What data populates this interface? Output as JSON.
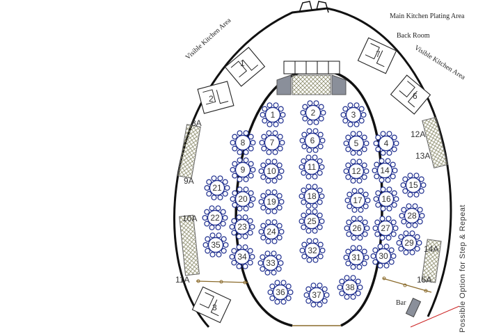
{
  "labels": {
    "main_kitchen": "Main Kitchen Plating Area",
    "back_room": "Back Room",
    "visible_kitchen_left": "Visible Kitchen Area",
    "visible_kitchen_right": "Visible Kitchen Area",
    "bar": "Bar",
    "vertical_note": "Possible Option for Step & Repeat"
  },
  "tables": [
    {
      "id": "1"
    },
    {
      "id": "2"
    },
    {
      "id": "3"
    },
    {
      "id": "8"
    },
    {
      "id": "7"
    },
    {
      "id": "6"
    },
    {
      "id": "5"
    },
    {
      "id": "4"
    },
    {
      "id": "9"
    },
    {
      "id": "10"
    },
    {
      "id": "11"
    },
    {
      "id": "12"
    },
    {
      "id": "14"
    },
    {
      "id": "21"
    },
    {
      "id": "15"
    },
    {
      "id": "20"
    },
    {
      "id": "19"
    },
    {
      "id": "18"
    },
    {
      "id": "17"
    },
    {
      "id": "16"
    },
    {
      "id": "22"
    },
    {
      "id": "28"
    },
    {
      "id": "23"
    },
    {
      "id": "24"
    },
    {
      "id": "25"
    },
    {
      "id": "26"
    },
    {
      "id": "27"
    },
    {
      "id": "35"
    },
    {
      "id": "29"
    },
    {
      "id": "34"
    },
    {
      "id": "33"
    },
    {
      "id": "32"
    },
    {
      "id": "31"
    },
    {
      "id": "30"
    },
    {
      "id": "36"
    },
    {
      "id": "37"
    },
    {
      "id": "38"
    }
  ],
  "side_labels": [
    {
      "text": "8A"
    },
    {
      "text": "9A"
    },
    {
      "text": "10A"
    },
    {
      "text": "11A"
    },
    {
      "text": "12A"
    },
    {
      "text": "13A"
    },
    {
      "text": "14A"
    },
    {
      "text": "15A"
    }
  ],
  "stations": [
    {
      "text": "1"
    },
    {
      "text": "2"
    },
    {
      "text": "3"
    },
    {
      "text": "6"
    },
    {
      "text": "7"
    }
  ],
  "colors": {
    "table": "#1f2f8f",
    "wall": "#111111",
    "hatch": "#9a9a7a",
    "accent_line": "#cc2222",
    "rope": "#8a6a2a"
  }
}
